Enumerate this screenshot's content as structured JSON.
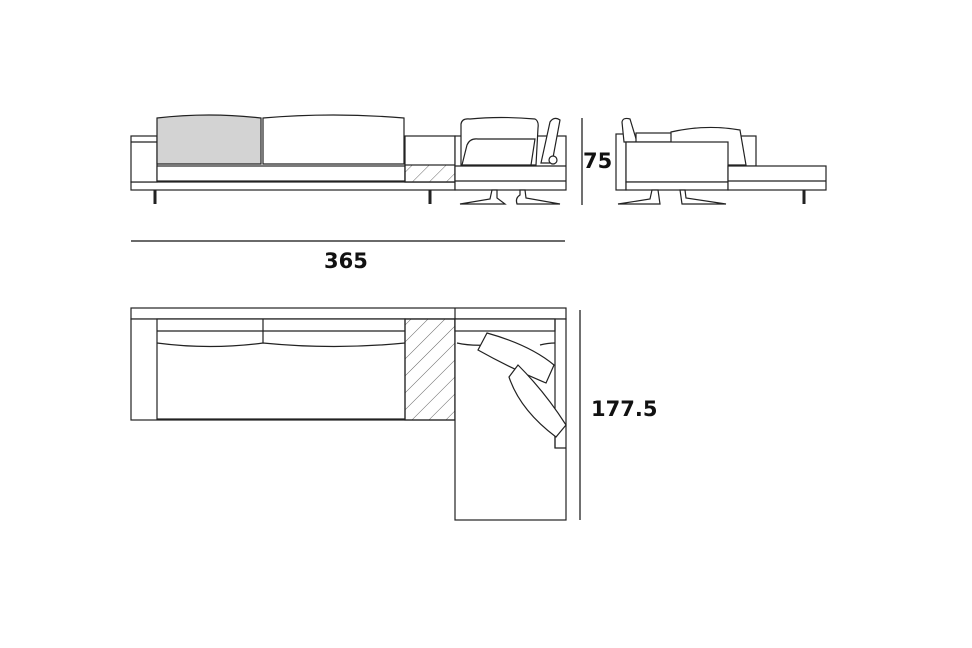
{
  "dimensions": {
    "width": "365",
    "height": "75",
    "depth": "177.5"
  },
  "colors": {
    "line": "#222222",
    "highlight_cushion": "#d3d3d3",
    "background": "#ffffff"
  }
}
